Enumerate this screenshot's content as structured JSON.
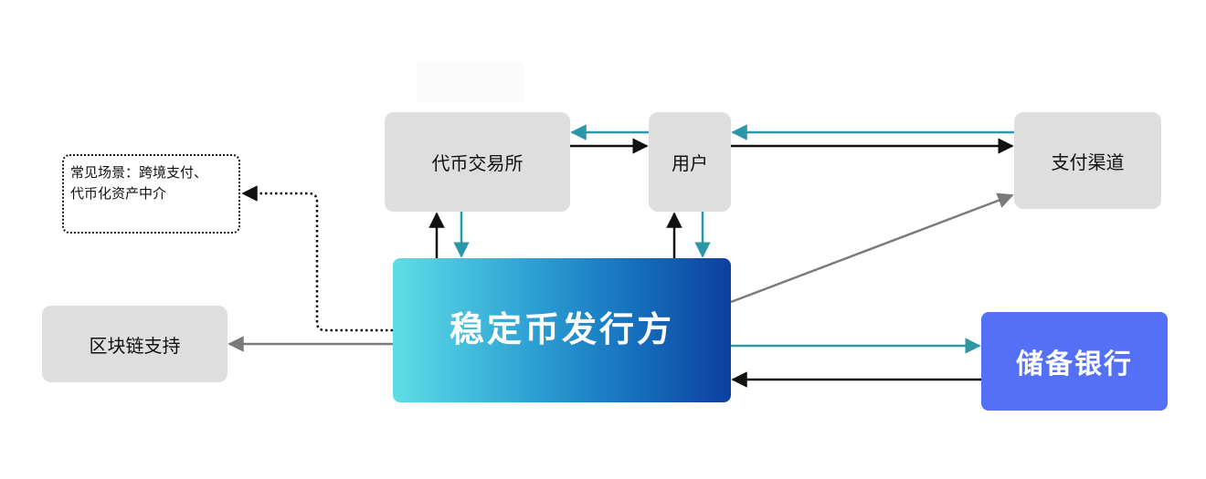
{
  "diagram": {
    "nodes": {
      "exchange": "代币交易所",
      "user": "用户",
      "payment": "支付渠道",
      "chain": "区块链支持",
      "issuer": "稳定币发行方",
      "reserve": "储备银行"
    },
    "scenario": {
      "line1": "常见场景：跨境支付、",
      "line2": "代币化资产中介"
    },
    "colors": {
      "black_arrow": "#111111",
      "teal_arrow": "#2a97a6",
      "gray_arrow": "#7a7a7a",
      "node_fill": "#dedede",
      "reserve_fill": "#5470f6"
    }
  }
}
